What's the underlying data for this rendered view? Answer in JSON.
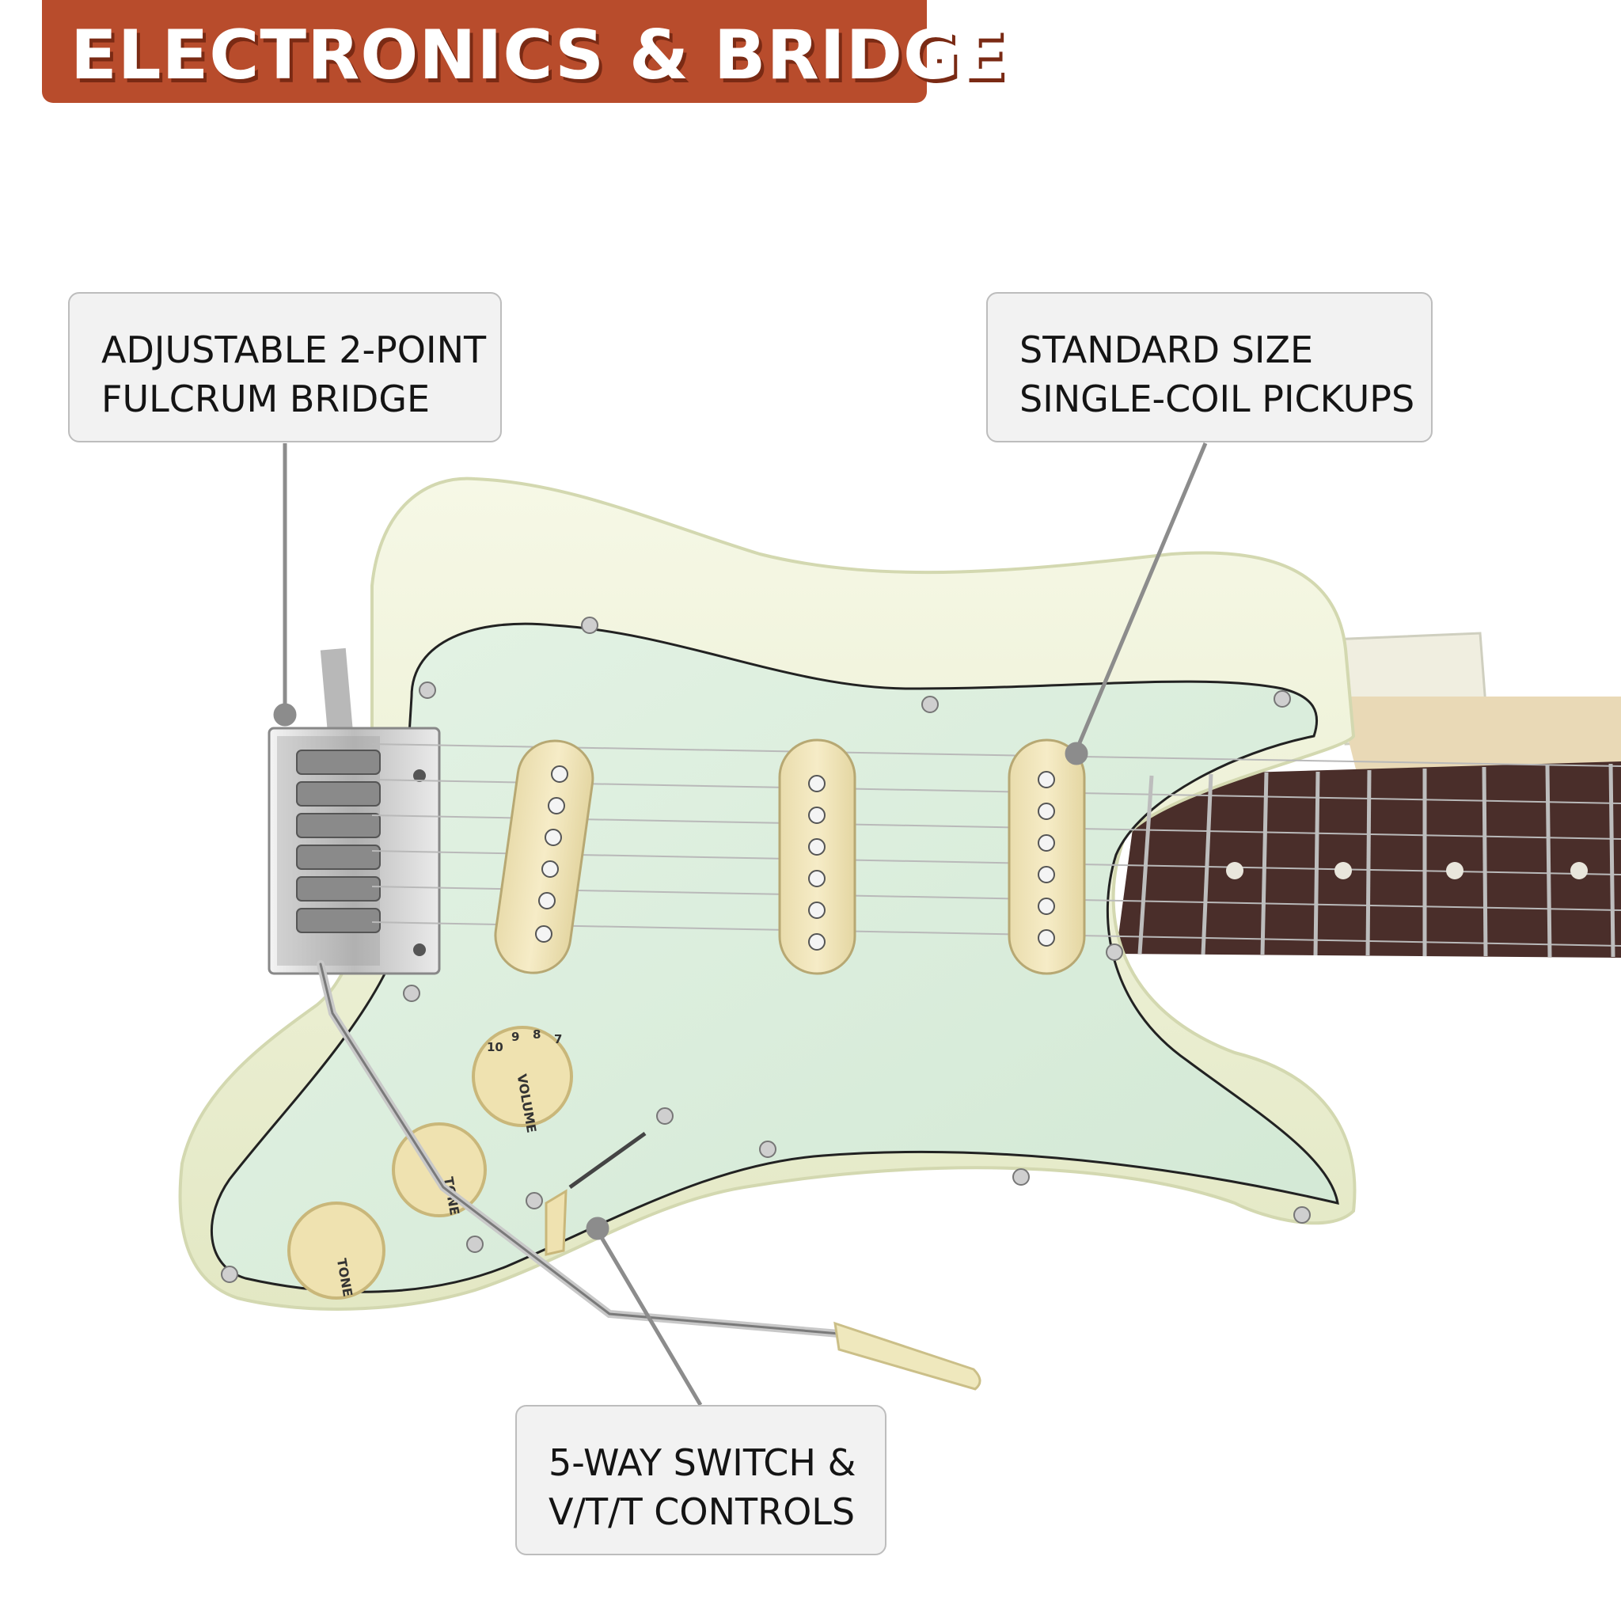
{
  "banner": {
    "title": "ELECTRONICS & BRIDGE"
  },
  "callouts": {
    "bridge": {
      "line1": "ADJUSTABLE 2-POINT",
      "line2": "FULCRUM BRIDGE"
    },
    "pickups": {
      "line1": "STANDARD SIZE",
      "line2": "SINGLE-COIL PICKUPS"
    },
    "controls": {
      "line1": "5-WAY SWITCH &",
      "line2": "V/T/T CONTROLS"
    }
  },
  "knobs": {
    "volume_label": "VOLUME",
    "tone1_label": "TONE",
    "tone2_label": "TONE",
    "scale": [
      "7",
      "8",
      "9",
      "10"
    ]
  },
  "colors": {
    "banner": "#b84c2c",
    "body": "#eef2d6",
    "pickguard": "#d9eedc",
    "pickup": "#f0e6bd",
    "fretboard": "#4a2e2a",
    "maple": "#e9d9b6",
    "chrome": "#d6d6d6"
  }
}
